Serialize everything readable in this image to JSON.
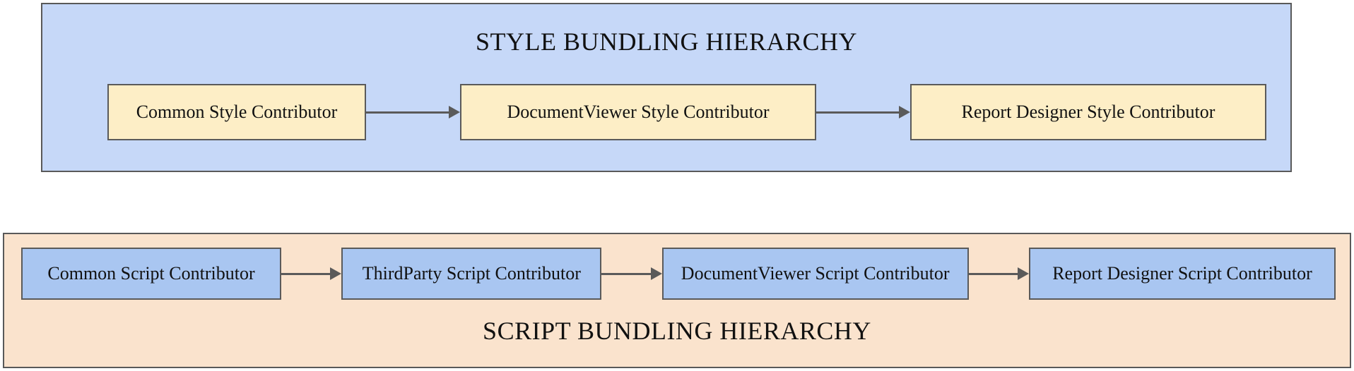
{
  "diagram": {
    "background": "#ffffff",
    "border_color": "#5a5a5a",
    "arrow_color": "#5a5a5a"
  },
  "style_section": {
    "title": "STYLE BUNDLING HIERARCHY",
    "fill": "#c6d8f8",
    "node_fill": "#fdeec6",
    "nodes": [
      {
        "label": "Common Style Contributor"
      },
      {
        "label": "DocumentViewer Style Contributor"
      },
      {
        "label": "Report Designer Style Contributor"
      }
    ],
    "arrows": [
      {
        "from": "Common Style Contributor",
        "to": "DocumentViewer Style Contributor",
        "direction": "right"
      },
      {
        "from": "DocumentViewer Style Contributor",
        "to": "Report Designer Style Contributor",
        "direction": "right"
      }
    ]
  },
  "script_section": {
    "title": "SCRIPT BUNDLING HIERARCHY",
    "fill": "#fae3cd",
    "node_fill": "#a9c6f1",
    "nodes": [
      {
        "label": "Common Script Contributor"
      },
      {
        "label": "ThirdParty Script Contributor"
      },
      {
        "label": "DocumentViewer Script Contributor"
      },
      {
        "label": "Report Designer Script Contributor"
      }
    ],
    "arrows": [
      {
        "from": "Common Script Contributor",
        "to": "ThirdParty Script Contributor",
        "direction": "right"
      },
      {
        "from": "ThirdParty Script Contributor",
        "to": "DocumentViewer Script Contributor",
        "direction": "right"
      },
      {
        "from": "DocumentViewer Script Contributor",
        "to": "Report Designer Script Contributor",
        "direction": "right"
      }
    ]
  }
}
